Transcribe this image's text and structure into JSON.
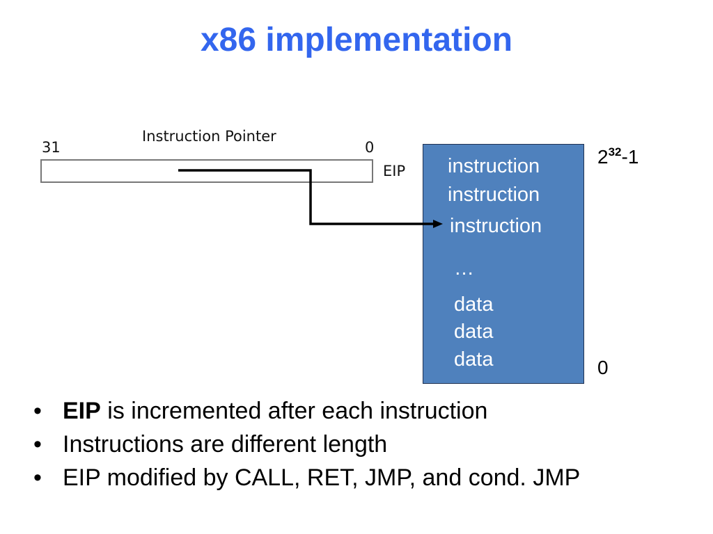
{
  "title": "x86 implementation",
  "register": {
    "caption": "Instruction Pointer",
    "high_bit": "31",
    "low_bit": "0",
    "name": "EIP",
    "border_color": "#777777"
  },
  "memory": {
    "fill_color": "#4f81bd",
    "lines": [
      "instruction",
      "instruction",
      "instruction",
      "…",
      "data",
      "data",
      "data"
    ],
    "top_address": {
      "base": "2",
      "exponent": "32",
      "suffix": "-1"
    },
    "bottom_address": "0"
  },
  "bullets": [
    {
      "bold": "EIP",
      "text": " is incremented after each instruction"
    },
    {
      "bold": "",
      "text": "Instructions are different length"
    },
    {
      "bold": "",
      "text": "EIP modified by CALL, RET, JMP, and cond. JMP"
    }
  ],
  "colors": {
    "title": "#3366ee",
    "arrow": "#000000",
    "memory_text": "#ffffff"
  }
}
